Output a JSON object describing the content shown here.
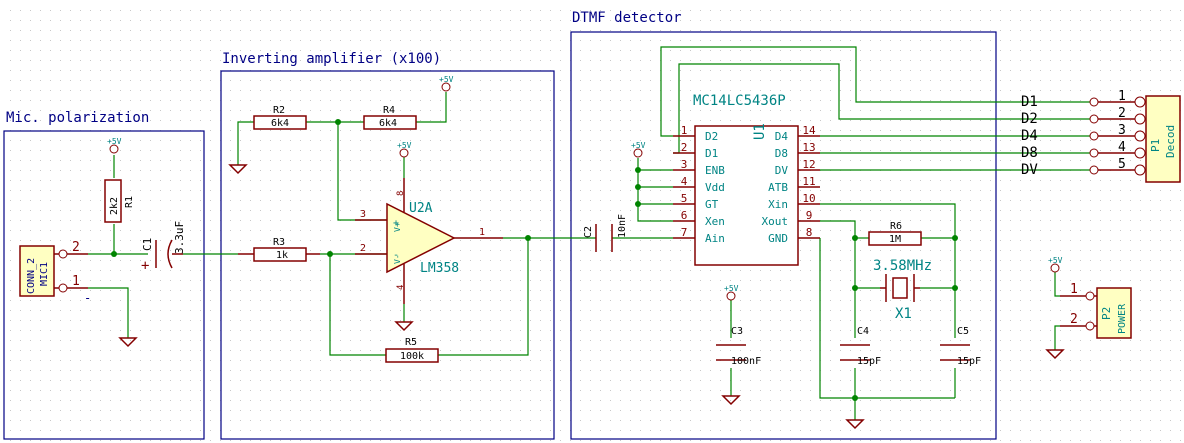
{
  "sheet": {
    "sections": {
      "mic": "Mic. polarization",
      "amp": "Inverting amplifier (x100)",
      "dtmf": "DTMF detector"
    },
    "parts": {
      "mic1": {
        "ref": "MIC1",
        "value": "CONN_2",
        "pin1": "1",
        "pin2": "2",
        "minus": "-"
      },
      "r1": {
        "ref": "R1",
        "value": "2k2"
      },
      "c1": {
        "ref": "C1",
        "value": "3.3uF"
      },
      "r2": {
        "ref": "R2",
        "value": "6k4"
      },
      "r4": {
        "ref": "R4",
        "value": "6k4"
      },
      "r3": {
        "ref": "R3",
        "value": "1k"
      },
      "r5": {
        "ref": "R5",
        "value": "100k"
      },
      "u2": {
        "ref": "U2A",
        "value": "LM358",
        "pin1": "1",
        "pin2": "2",
        "pin3": "3",
        "pin4": "4",
        "pin8": "8"
      },
      "c2": {
        "ref": "C2",
        "value": "10nF"
      },
      "u1": {
        "ref": "U1",
        "value": "MC14LC5436P"
      },
      "c3": {
        "ref": "C3",
        "value": "100nF"
      },
      "r6": {
        "ref": "R6",
        "value": "1M"
      },
      "x1": {
        "ref": "X1",
        "value": "3.58MHz"
      },
      "c4": {
        "ref": "C4",
        "value": "15pF"
      },
      "c5": {
        "ref": "C5",
        "value": "15pF"
      },
      "p1": {
        "ref": "P1",
        "value": "Decod"
      },
      "p2": {
        "ref": "P2",
        "value": "POWER",
        "pin1": "1",
        "pin2": "2"
      }
    },
    "power_label": "+5V",
    "u1_left_pins": [
      {
        "num": "1",
        "name": "D2"
      },
      {
        "num": "2",
        "name": "D1"
      },
      {
        "num": "3",
        "name": "ENB"
      },
      {
        "num": "4",
        "name": "Vdd"
      },
      {
        "num": "5",
        "name": "GT"
      },
      {
        "num": "6",
        "name": "Xen"
      },
      {
        "num": "7",
        "name": "Ain"
      }
    ],
    "u1_right_pins": [
      {
        "num": "14",
        "name": "D4"
      },
      {
        "num": "13",
        "name": "D8"
      },
      {
        "num": "12",
        "name": "DV"
      },
      {
        "num": "11",
        "name": "ATB"
      },
      {
        "num": "10",
        "name": "Xin"
      },
      {
        "num": "9",
        "name": "Xout"
      },
      {
        "num": "8",
        "name": "GND"
      }
    ],
    "p1_pins": [
      "1",
      "2",
      "3",
      "4",
      "5"
    ],
    "net_labels": [
      "D1",
      "D2",
      "D4",
      "D8",
      "DV"
    ]
  }
}
